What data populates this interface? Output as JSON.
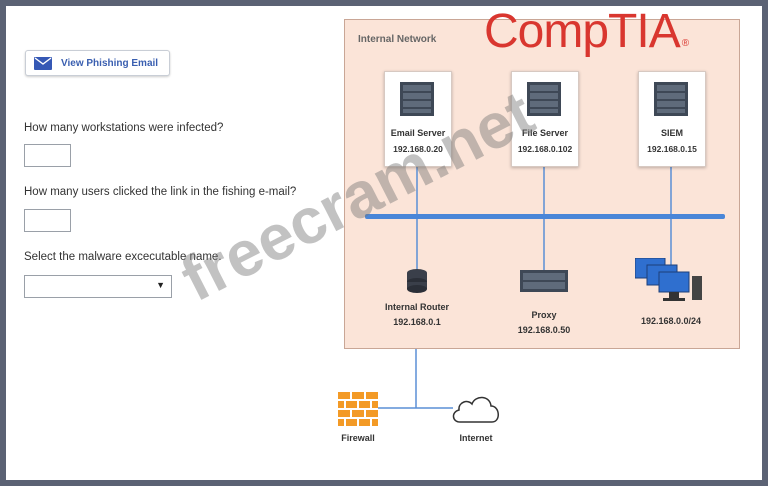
{
  "form": {
    "view_button_label": "View Phishing Email",
    "q1": "How many workstations were infected?",
    "q1_value": "",
    "q2": "How many users clicked the link in the fishing e-mail?",
    "q2_value": "",
    "q3": "Select the malware excecutable name.",
    "q3_selected": ""
  },
  "network": {
    "title": "Internal Network",
    "servers": [
      {
        "name": "Email Server",
        "ip": "192.168.0.20",
        "icon": "server-icon"
      },
      {
        "name": "File Server",
        "ip": "192.168.0.102",
        "icon": "server-icon"
      },
      {
        "name": "SIEM",
        "ip": "192.168.0.15",
        "icon": "server-icon"
      }
    ],
    "router": {
      "name": "Internal Router",
      "ip": "192.168.0.1",
      "icon": "router-icon"
    },
    "proxy": {
      "name": "Proxy",
      "ip": "192.168.0.50",
      "icon": "proxy-icon"
    },
    "workstations": {
      "ip": "192.168.0.0/24",
      "icon": "workstations-icon"
    },
    "firewall": {
      "name": "Firewall",
      "icon": "firewall-icon"
    },
    "internet": {
      "name": "Internet",
      "icon": "cloud-icon"
    }
  },
  "branding": {
    "logo": "CompTIA",
    "logo_mark": "®",
    "watermark": "freecram.net"
  },
  "colors": {
    "brand": "#d9362f",
    "network_bg": "#fbe4d8",
    "link_blue": "#3a5fb0",
    "bus": "#5a8fd6"
  }
}
